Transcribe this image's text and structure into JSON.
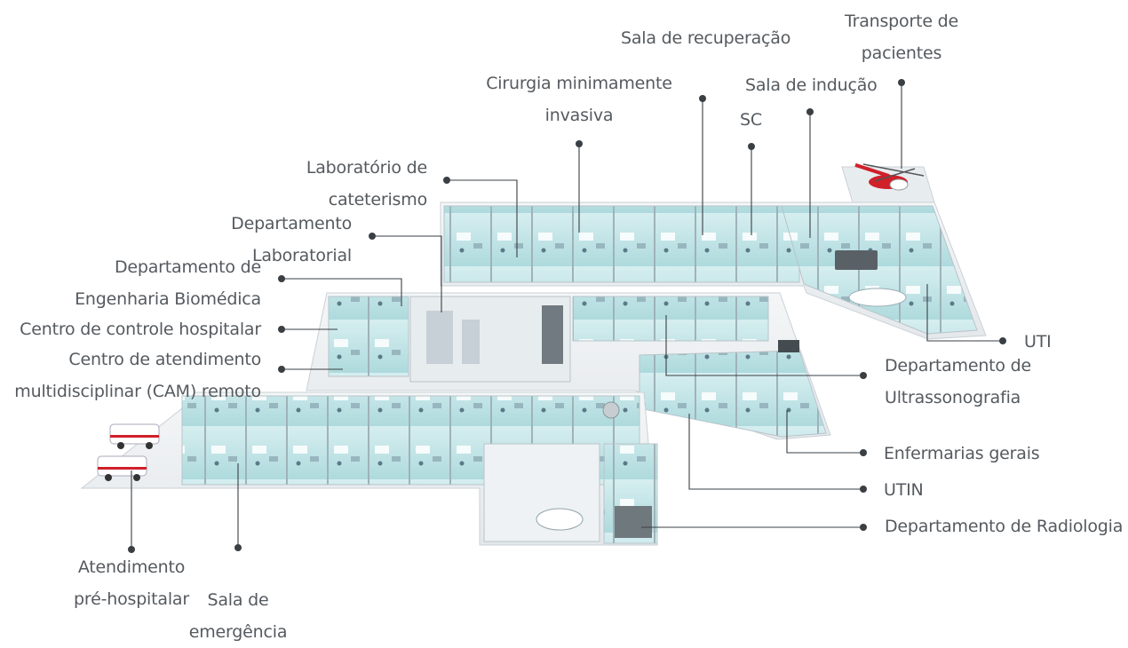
{
  "labels": {
    "transporte_pacientes": [
      "Transporte de",
      "pacientes"
    ],
    "sala_recuperacao": [
      "Sala de recuperação"
    ],
    "cirurgia_minimamente_invasiva": [
      "Cirurgia minimamente",
      "invasiva"
    ],
    "sala_inducao": [
      "Sala de indução"
    ],
    "sc": [
      "SC"
    ],
    "laboratorio_cateterismo": [
      "Laboratório de",
      "cateterismo"
    ],
    "departamento_laboratorial": [
      "Departamento",
      "Laboratorial"
    ],
    "departamento_engenharia_biomedica": [
      "Departamento de",
      "Engenharia Biomédica"
    ],
    "centro_controle_hospitalar": [
      "Centro de controle hospitalar"
    ],
    "centro_atendimento_remoto": [
      "Centro de atendimento",
      "multidisciplinar (CAM) remoto"
    ],
    "uti": [
      "UTI"
    ],
    "departamento_ultrassonografia": [
      "Departamento de",
      "Ultrassonografia"
    ],
    "enfermarias_gerais": [
      "Enfermarias gerais"
    ],
    "utin": [
      "UTIN"
    ],
    "departamento_radiologia": [
      "Departamento de Radiologia"
    ],
    "atendimento_pre_hospitalar": [
      "Atendimento",
      "pré-hospitalar"
    ],
    "sala_emergencia": [
      "Sala de",
      "emergência"
    ]
  },
  "colors": {
    "label_text": "#555a5f",
    "leader_line": "#3a3f44",
    "floor": "#eef1f3",
    "wall": "#d3dadf",
    "room_glass": "#bfe3e6",
    "accent_red": "#d0202a"
  },
  "icons": {
    "helicopter": "helicopter-icon",
    "ambulance": "ambulance-icon"
  }
}
